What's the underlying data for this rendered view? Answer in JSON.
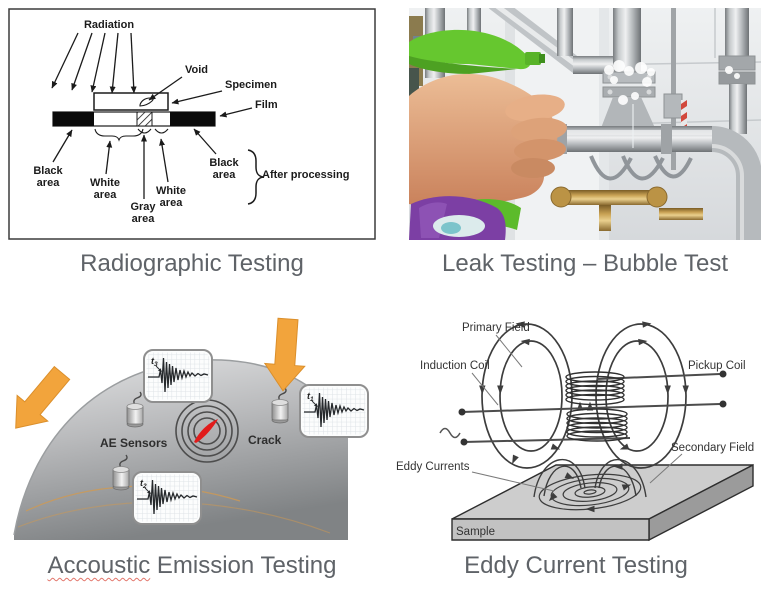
{
  "cards": {
    "radiographic": {
      "caption": "Radiographic Testing",
      "labels": {
        "radiation": "Radiation",
        "void": "Void",
        "specimen": "Specimen",
        "film": "Film",
        "black": "Black",
        "white": "White",
        "gray": "Gray",
        "area": "area",
        "after_processing": "After processing"
      }
    },
    "leak": {
      "caption": "Leak Testing – Bubble Test"
    },
    "acoustic": {
      "caption_word": "Accoustic",
      "caption_rest": "Emission Testing",
      "labels": {
        "ae_sensors": "AE Sensors",
        "crack": "Crack",
        "t_base": "t",
        "t1_sub": "1",
        "t2_sub": "2",
        "t3_sub": "3"
      }
    },
    "eddy": {
      "caption": "Eddy Current Testing",
      "labels": {
        "primary_field": "Primary Field",
        "induction_coil": "Induction Coil",
        "pickup_coil": "Pickup Coil",
        "secondary_field": "Secondary Field",
        "eddy_currents": "Eddy Currents",
        "sample": "Sample"
      }
    }
  },
  "colors": {
    "caption_text": "#5f6368",
    "arrow_orange": "#F2A43C",
    "crack_red": "#E11B1B",
    "spellcheck_red": "#E2756A"
  }
}
